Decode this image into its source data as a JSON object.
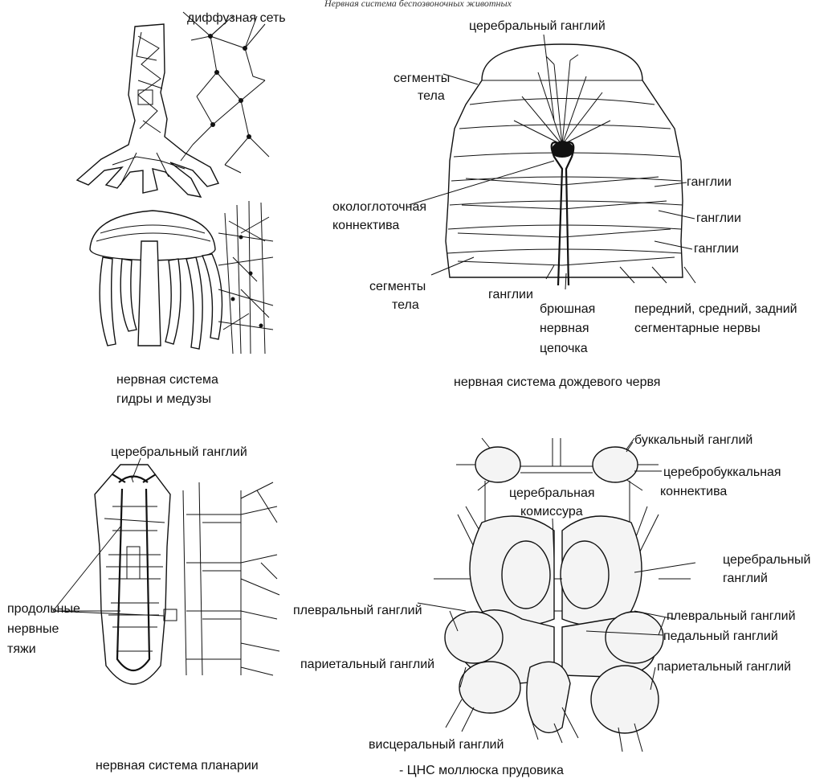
{
  "header_fragment": "Нервная система беспозвоночных животных",
  "labels": {
    "diffuse_net": "диффузная сеть",
    "hydra_caption_1": "нервная система",
    "hydra_caption_2": "гидры и медузы",
    "worm": {
      "cerebral_ganglion": "церебральный ганглий",
      "segments_top_1": "сегменты",
      "segments_top_2": "тела",
      "ganglia_1": "ганглии",
      "ganglia_2": "ганглии",
      "ganglia_3": "ганглии",
      "pharyngeal_connective_1": "окологлоточная",
      "pharyngeal_connective_2": "коннектива",
      "segments_bottom_1": "сегменты",
      "segments_bottom_2": "тела",
      "ganglia_bottom": "ганглии",
      "ventral_chain_1": "брюшная",
      "ventral_chain_2": "нервная",
      "ventral_chain_3": "цепочка",
      "segmental_nerves_1": "передний, средний, задний",
      "segmental_nerves_2": "сегментарные нервы",
      "caption": "нервная система дождевого червя"
    },
    "planaria": {
      "cerebral_ganglion": "церебральный ганглий",
      "longitudinal_1": "продольные",
      "longitudinal_2": "нервные",
      "longitudinal_3": "тяжи",
      "caption": "нервная система планарии"
    },
    "mollusc": {
      "buccal_ganglion": "буккальный ганглий",
      "cerebrobuccal_1": "церебробуккальная",
      "cerebrobuccal_2": "коннектива",
      "cerebral_commissure_1": "церебральная",
      "cerebral_commissure_2": "комиссура",
      "cerebral_ganglion_1": "церебральный",
      "cerebral_ganglion_2": "ганглий",
      "pleural_left": "плевральный ганглий",
      "pleural_right": "плевральный ганглий",
      "pedal": "педальный ганглий",
      "parietal_left": "париетальный ганглий",
      "parietal_right": "париетальный ганглий",
      "visceral": "висцеральный ганглий",
      "caption": "- ЦНС моллюска прудовика"
    }
  }
}
